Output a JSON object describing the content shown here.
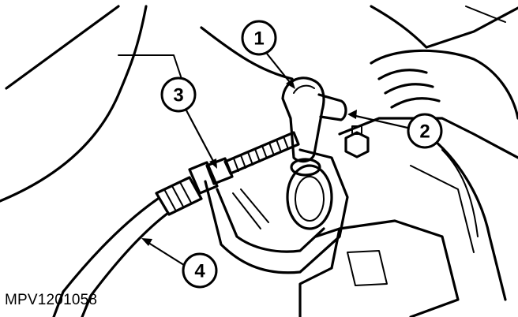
{
  "callouts": [
    {
      "id": "1",
      "label": "1"
    },
    {
      "id": "2",
      "label": "2"
    },
    {
      "id": "3",
      "label": "3"
    },
    {
      "id": "4",
      "label": "4"
    }
  ],
  "reference_code": "MPV1201058"
}
